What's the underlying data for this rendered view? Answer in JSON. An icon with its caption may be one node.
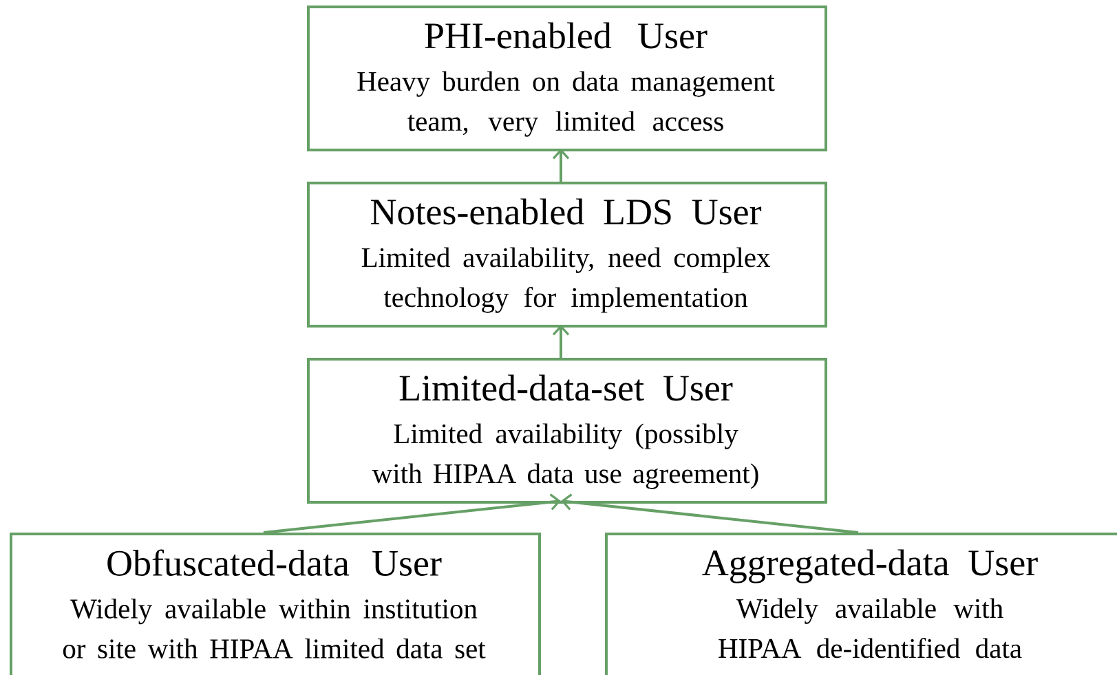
{
  "diagram": {
    "nodes": [
      {
        "text": [
          "PHI-enabled User",
          "Heavy burden on data management team, very limited access"
        ]
      },
      {
        "text": [
          "Notes-enabled LDS User",
          "Limited availability, need complex technology for implementation"
        ]
      },
      {
        "text": [
          "Limited-data-set User",
          "Limited availability (possibly with HIPAA data use agreement)"
        ]
      },
      {
        "text": [
          "Obfuscated-data User",
          "Widely available within institution or site with HIPAA limited data set"
        ]
      },
      {
        "text": [
          "Aggregated-data User",
          "Widely available with HIPAA de-identified data"
        ]
      }
    ],
    "edges": [
      {
        "from": 1,
        "to": 0,
        "arrow": "to"
      },
      {
        "from": 2,
        "to": 1,
        "arrow": "to"
      },
      {
        "from": 3,
        "to": 2,
        "arrow": "to"
      },
      {
        "from": 4,
        "to": 2,
        "arrow": "to"
      }
    ]
  }
}
